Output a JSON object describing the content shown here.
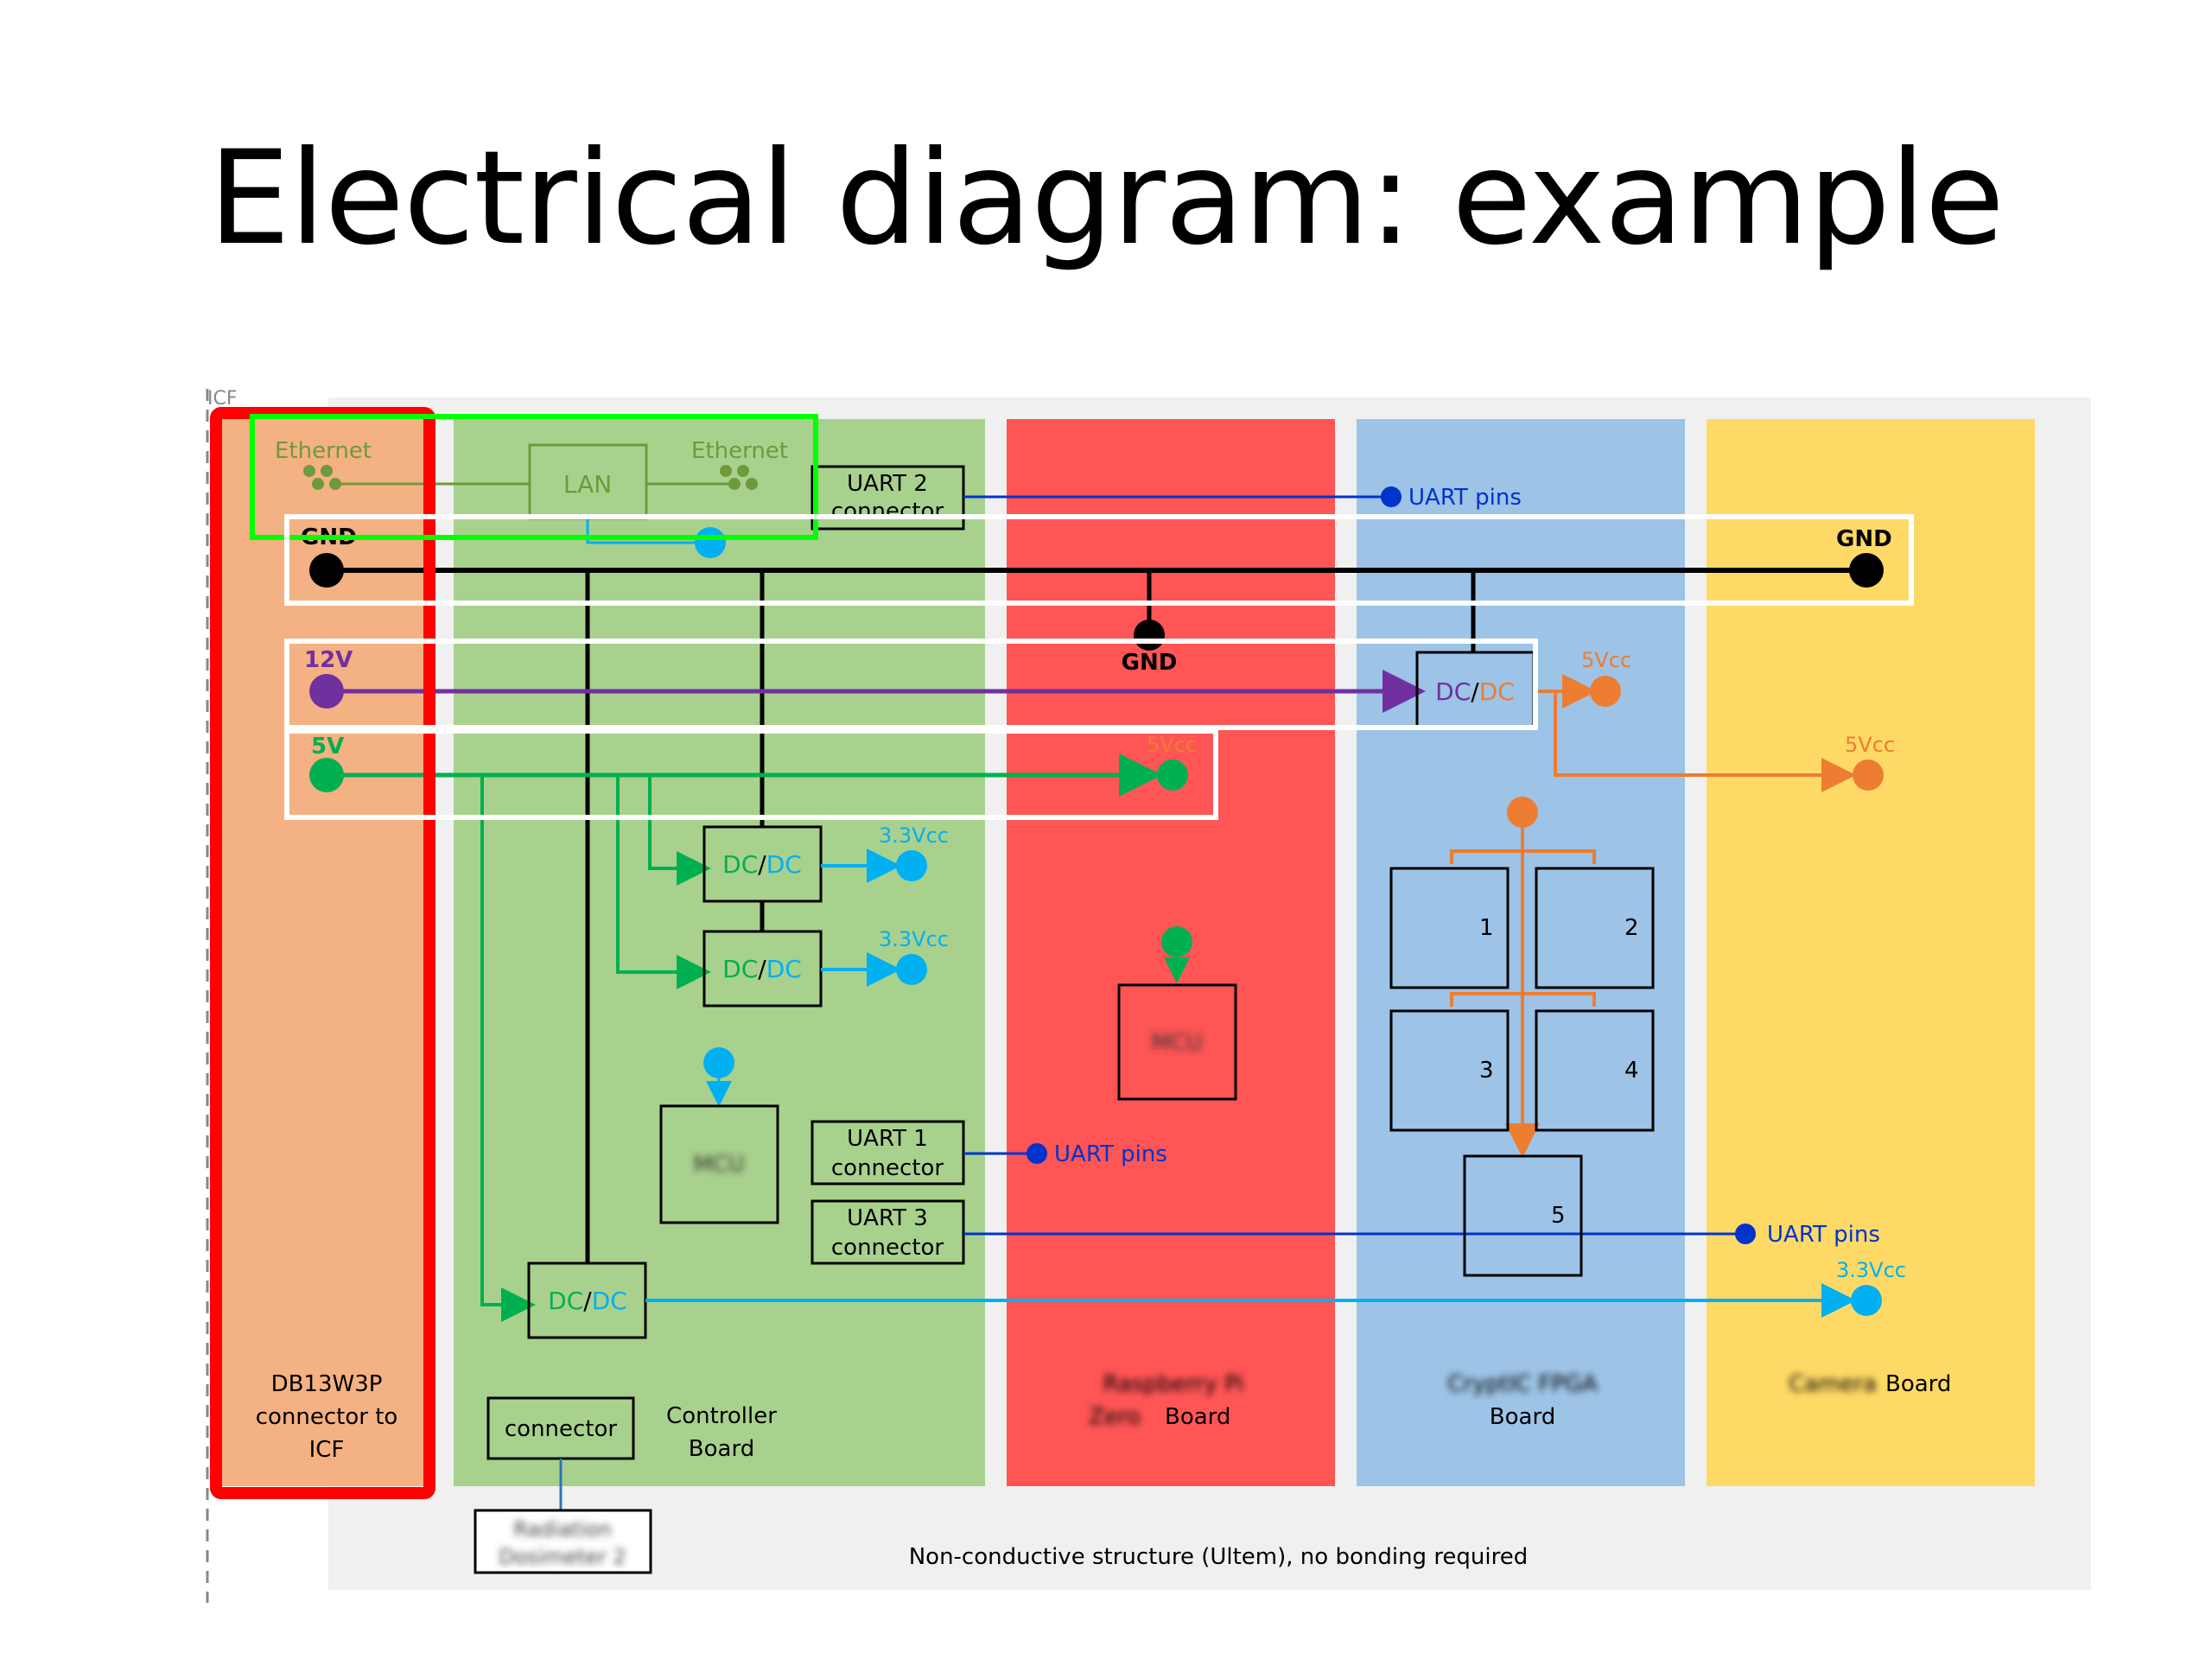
{
  "slide": {
    "title": "Electrical diagram: example"
  },
  "colors": {
    "ethernet_green": "#6e9a3c",
    "gnd_black": "#000000",
    "v12_purple": "#7030a0",
    "v5_green": "#00b050",
    "v33_cyan": "#00b0f0",
    "v5cc_orange": "#ed7d31",
    "uart_blue": "#0033cc",
    "highlight_red": "#ff0000",
    "highlight_green": "#00ff00",
    "board_orange": "#f4b183",
    "board_green": "#a9d18e",
    "board_red": "#ff5555",
    "board_blue": "#9dc3e6",
    "board_yellow": "#ffd966"
  },
  "diagram": {
    "corner_label": "ICF",
    "ethernet_left": "Ethernet",
    "ethernet_right": "Ethernet",
    "lan": "LAN",
    "uart2_line1": "UART 2",
    "uart2_line2": "connector",
    "uart1_line1": "UART 1",
    "uart1_line2": "connector",
    "uart3_line1": "UART 3",
    "uart3_line2": "connector",
    "uart_pins": "UART pins",
    "gnd": "GND",
    "v12": "12V",
    "v5": "5V",
    "v5cc": "5Vcc",
    "v33cc": "3.3Vcc",
    "dc": "DC",
    "slash": "/",
    "mcu": "MCU",
    "fpga_blocks": [
      "1",
      "2",
      "3",
      "4",
      "5"
    ],
    "connector": "connector",
    "controller_line1": "Controller",
    "controller_line2": "Board",
    "orange_line1": "DB13W3P",
    "orange_line2": "connector to",
    "orange_line3": "ICF",
    "red_line1": "Raspberry Pi",
    "red_line2_blur": "Zero",
    "red_line2": "Board",
    "blue_line1": "CryptIC FPGA",
    "blue_line2": "Board",
    "yellow_blur": "Camera",
    "yellow_board": "Board",
    "radiation_line1": "Radiation",
    "radiation_line2": "Dosimeter 2",
    "footer": "Non-conductive structure (Ultem), no bonding required"
  }
}
